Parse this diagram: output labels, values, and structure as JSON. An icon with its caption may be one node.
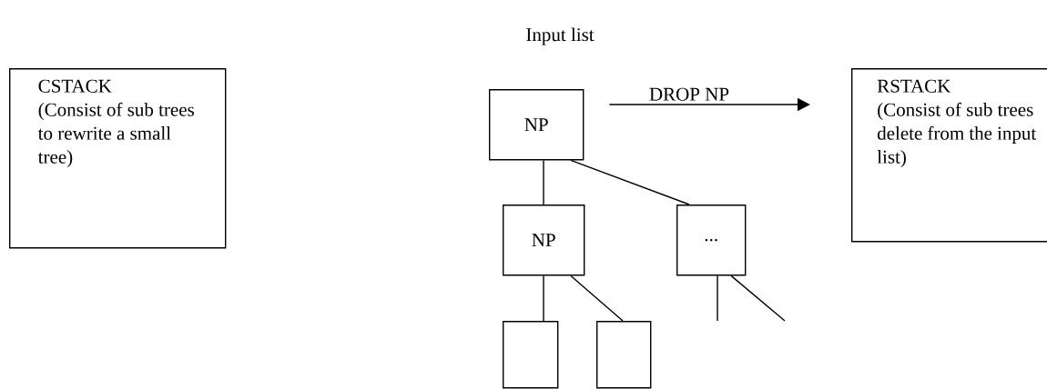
{
  "diagram": {
    "nodes": [
      {
        "text": [
          "CSTACK",
          "(Consist of sub trees to rewrite a small tree)"
        ]
      },
      {
        "text": [
          "NP"
        ]
      },
      {
        "text": [
          "RSTACK",
          "(Consist of sub trees delete from the input list)"
        ]
      },
      {
        "text": [
          "NP"
        ]
      },
      {
        "text": [
          "..."
        ]
      },
      {
        "text": [],
        "shape": "box"
      },
      {
        "text": [],
        "shape": "box"
      }
    ],
    "edges": [
      {
        "from": 1,
        "to": 2,
        "arrow": "to",
        "label": "DROP NP"
      },
      {
        "from": 1,
        "to": 3,
        "arrow": "none"
      },
      {
        "from": 1,
        "to": 4,
        "arrow": "none"
      },
      {
        "from": 3,
        "to": 5,
        "arrow": "none"
      },
      {
        "from": 3,
        "to": 6,
        "arrow": "none"
      },
      {
        "from": 4,
        "to": null,
        "arrow": "none"
      },
      {
        "from": 4,
        "to": null,
        "arrow": "none"
      }
    ],
    "labels": [
      "Input list"
    ]
  }
}
